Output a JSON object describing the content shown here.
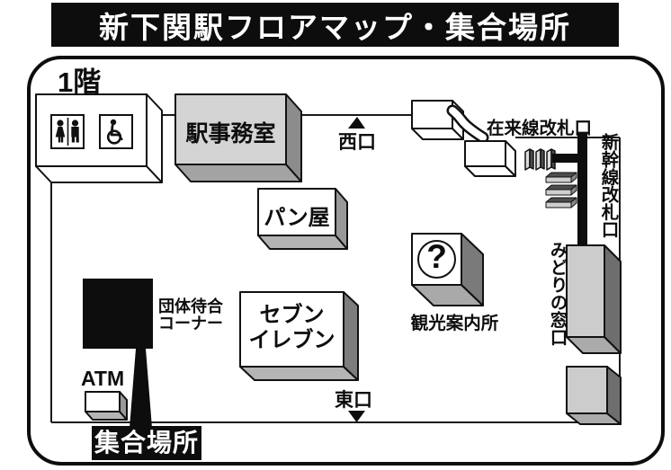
{
  "title": "新下関駅フロアマップ・集合場所",
  "map": {
    "floor": "1階",
    "station_office": "駅事務室",
    "bakery": "パン屋",
    "seven_line1": "セブン",
    "seven_line2": "イレブン",
    "info_mark": "?",
    "info_center": "観光案内所",
    "conventional_gate": "在来線改札口",
    "shinkansen_gate": "新幹線改札口",
    "midori_window": "みどりの窓口",
    "west_exit": "西口",
    "east_exit": "東口",
    "group_wait_line1": "団体待合",
    "group_wait_line2": "コーナー",
    "atm": "ATM",
    "meeting_point": "集合場所"
  },
  "colors": {
    "ink": "#0d0d0d",
    "office_fill": "#d4d4d4",
    "gray_box_fill": "#cccccc",
    "side_dark": "#7d7d7d",
    "side_mid": "#ababab"
  }
}
